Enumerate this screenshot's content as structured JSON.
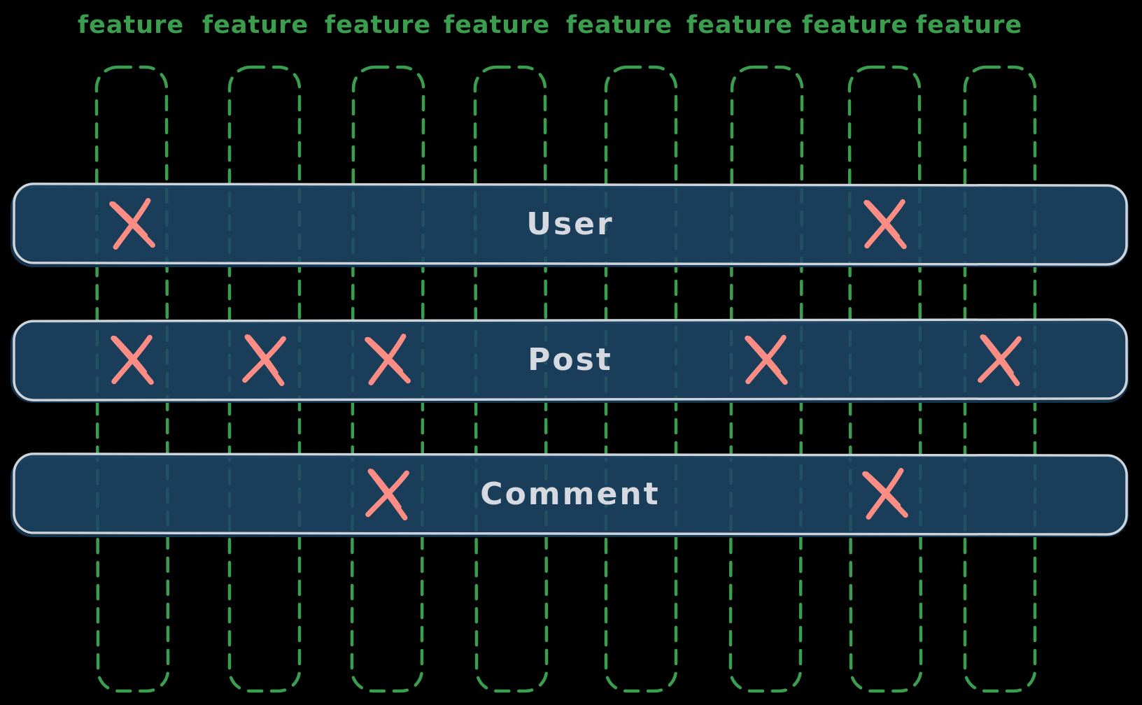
{
  "diagram": {
    "description": "feature-column vs entity-row mark grid",
    "columns": [
      {
        "label": "feature"
      },
      {
        "label": "feature"
      },
      {
        "label": "feature"
      },
      {
        "label": "feature"
      },
      {
        "label": "feature"
      },
      {
        "label": "feature"
      },
      {
        "label": "feature"
      },
      {
        "label": "feature"
      }
    ],
    "rows": [
      {
        "label": "User",
        "marked_columns": [
          1,
          7
        ]
      },
      {
        "label": "Post",
        "marked_columns": [
          1,
          2,
          3,
          6,
          8
        ]
      },
      {
        "label": "Comment",
        "marked_columns": [
          3,
          7
        ]
      }
    ],
    "mark_glyph": "X",
    "colors": {
      "background": "#000000",
      "column_green": "#3a9e4e",
      "row_fill": "#1e4767",
      "row_border": "#ced4da",
      "row_under_stroke": "#13334f",
      "row_text": "#d6dae0",
      "mark_red": "#fb8d85"
    }
  }
}
